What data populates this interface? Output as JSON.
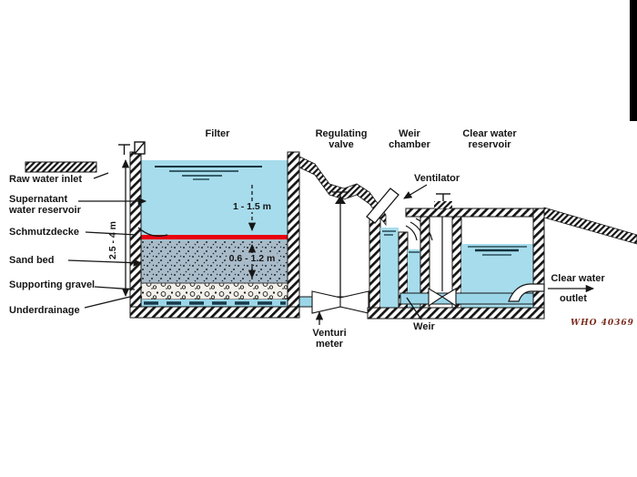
{
  "labels": {
    "filter": "Filter",
    "regulating_valve": "Regulating\nvalve",
    "weir_chamber": "Weir\nchamber",
    "clear_water_reservoir": "Clear water\nreservoir",
    "ventilator": "Ventilator",
    "raw_water_inlet": "Raw water inlet",
    "supernatant": "Supernatant\nwater reservoir",
    "schmutzdecke": "Schmutzdecke",
    "sand_bed": "Sand bed",
    "supporting_gravel": "Supporting gravel",
    "underdrainage": "Underdrainage",
    "venturi_meter": "Venturi\nmeter",
    "weir": "Weir",
    "clear_water_outlet_line1": "Clear water",
    "clear_water_outlet_line2": "outlet",
    "watermark": "WHO 40369"
  },
  "dimensions": {
    "filter_depth": "2.5 - 4 m",
    "supernatant_depth": "1 - 1.5 m",
    "sand_depth": "0.6 - 1.2 m"
  },
  "colors": {
    "water": "#a6dcec",
    "pipe_water": "#9bd6e8",
    "schmutzdecke_line": "#e8000f",
    "sand_base": "#a9bbc9",
    "watermark_text": "#7c2a1c"
  }
}
